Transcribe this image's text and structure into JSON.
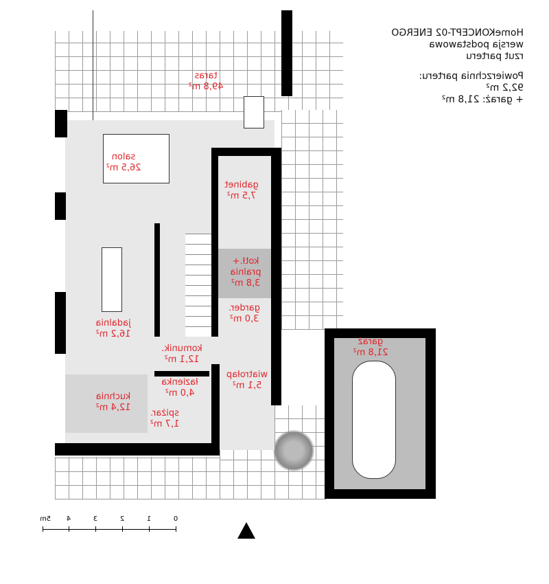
{
  "header": {
    "project": "HomeKONCEPT-02 ENERGO",
    "version": "wersja podstawowa",
    "view": "rzut parteru",
    "area_label": "Powierzchnia parteru:",
    "area_value": "92,2 m²",
    "garage_area": "+ garaż: 21,8 m²"
  },
  "rooms": [
    {
      "name": "taras",
      "area": "49,8 m²"
    },
    {
      "name": "salon",
      "area": "26,5 m²"
    },
    {
      "name": "gabinet",
      "area": "7,5 m²"
    },
    {
      "name": "kotł.+",
      "name2": "pralnia",
      "area": "3,8 m²"
    },
    {
      "name": "garder.",
      "area": "3,0 m²"
    },
    {
      "name": "jadalnia",
      "area": "16,2 m²"
    },
    {
      "name": "komunik.",
      "area": "12,1 m²"
    },
    {
      "name": "wiatrołap",
      "area": "5,1 m²"
    },
    {
      "name": "łazienka",
      "area": "4,0 m²"
    },
    {
      "name": "kuchnia",
      "area": "12,4 m²"
    },
    {
      "name": "spiżar.",
      "area": "1,7 m²"
    },
    {
      "name": "garaż",
      "area": "21,8 m²"
    }
  ],
  "scale": {
    "ticks": [
      "0",
      "1",
      "2",
      "3",
      "4",
      "5m"
    ]
  },
  "colors": {
    "label": "#e0262d",
    "room": "#e8e8e8",
    "utility": "#bdbdbd"
  }
}
